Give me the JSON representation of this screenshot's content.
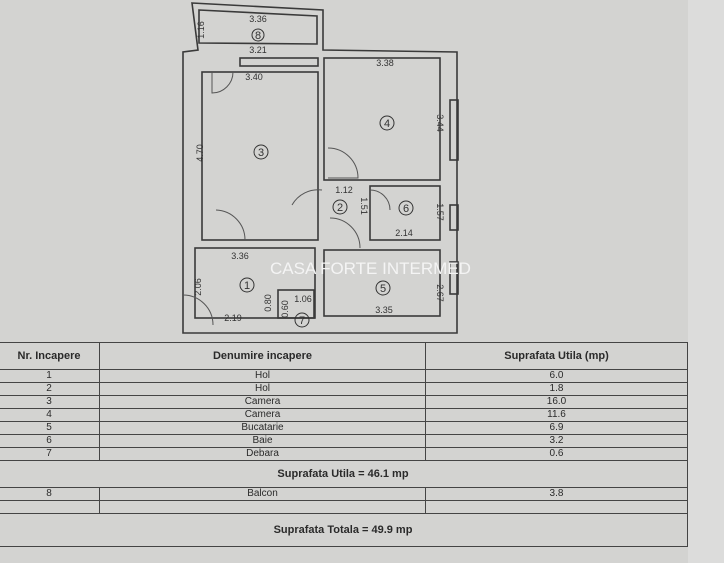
{
  "plan": {
    "watermark": "CASA FORTE INTERMED",
    "room_numbers": [
      "1",
      "2",
      "3",
      "4",
      "5",
      "6",
      "7",
      "8"
    ],
    "dimensions": {
      "balcony_top": "3.36",
      "balcony_height": "1.16",
      "balcony_bottom": "3.21",
      "room3_width": "3.40",
      "room3_height": "4.70",
      "room4_width": "3.38",
      "room4_height": "3.44",
      "hall2_width": "1.12",
      "hall2_height": "1.51",
      "room6_width": "2.14",
      "room6_height": "1.57",
      "room1_width": "3.36",
      "room1_height": "2.06",
      "room1_bottom": "2.19",
      "room5_width": "3.35",
      "room5_height": "2.67",
      "closet_a": "0.80",
      "closet_b": "0.60",
      "closet_c": "1.06"
    }
  },
  "table": {
    "headers": {
      "nr": "Nr. Incapere",
      "name": "Denumire incapere",
      "area": "Suprafata Utila (mp)"
    },
    "rows": [
      {
        "nr": "1",
        "name": "Hol",
        "area": "6.0"
      },
      {
        "nr": "2",
        "name": "Hol",
        "area": "1.8"
      },
      {
        "nr": "3",
        "name": "Camera",
        "area": "16.0"
      },
      {
        "nr": "4",
        "name": "Camera",
        "area": "11.6"
      },
      {
        "nr": "5",
        "name": "Bucatarie",
        "area": "6.9"
      },
      {
        "nr": "6",
        "name": "Baie",
        "area": "3.2"
      },
      {
        "nr": "7",
        "name": "Debara",
        "area": "0.6"
      }
    ],
    "useful_total": "Suprafata Utila = 46.1 mp",
    "balcony_row": {
      "nr": "8",
      "name": "Balcon",
      "area": "3.8"
    },
    "grand_total": "Suprafata Totala = 49.9 mp"
  }
}
